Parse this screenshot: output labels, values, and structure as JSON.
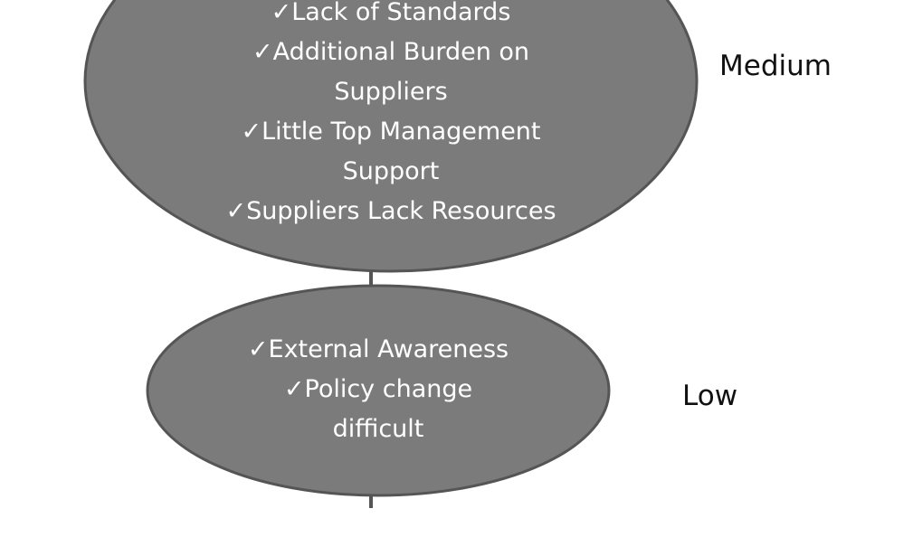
{
  "colors": {
    "node_fill": "#7b7b7b",
    "node_stroke": "#555555",
    "node_text": "#ffffff",
    "connector": "#555555",
    "label_text": "#111111"
  },
  "levels": [
    {
      "label": "Medium",
      "lines": [
        "✓Lack of Standards",
        "✓Additional Burden on",
        "Suppliers",
        "✓Little Top Management",
        "Support",
        "✓Suppliers Lack Resources"
      ]
    },
    {
      "label": "Low",
      "lines": [
        "✓External Awareness",
        "✓Policy change",
        "difficult"
      ]
    }
  ]
}
